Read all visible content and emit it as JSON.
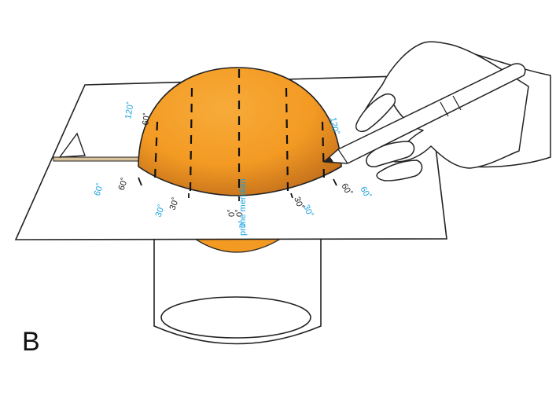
{
  "panel_label": "B",
  "colors": {
    "orange": "#f39a23",
    "orange_dark": "#c8731a",
    "blue_label": "#1aa3e0",
    "outline": "#222222",
    "stick": "#d8c39a"
  },
  "icons": [
    "hand-icon",
    "pencil-icon",
    "glass-jar-icon",
    "triangle-marker-icon"
  ],
  "labels": {
    "black": {
      "left_60_upper": "60˚",
      "left_60_lower": "60˚",
      "left_30": "30˚",
      "zero_a": "0˚",
      "zero_b": "0˚",
      "right_30": "30˚",
      "right_60": "60˚"
    },
    "blue": {
      "left_120": "120˚",
      "left_60": "60˚",
      "left_30": "30˚",
      "zero": "0˚",
      "prime_meridian": "prime meridian",
      "right_30": "30˚",
      "right_60": "60˚",
      "right_120": "120˚"
    }
  }
}
